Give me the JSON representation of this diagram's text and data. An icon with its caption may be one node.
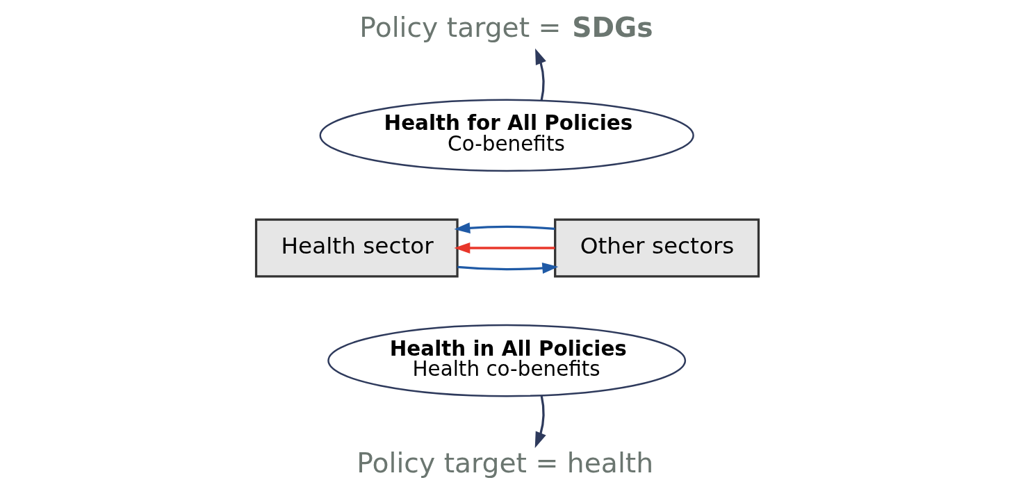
{
  "diagram": {
    "nodes": [
      {
        "text": [
          "Health sector"
        ]
      },
      {
        "text": [
          "Other sectors"
        ]
      },
      {
        "text": [
          "Health for All Policies",
          "Co-benefits"
        ]
      },
      {
        "text": [
          "Health in All Policies",
          "Health co-benefits"
        ]
      },
      {
        "text": [
          "Policy target = **SDGs**"
        ]
      },
      {
        "text": [
          "Policy target = health"
        ]
      }
    ],
    "edges": [
      {
        "from": 0,
        "to": 1,
        "arrow": "to",
        "color": "#1f5aa6"
      },
      {
        "from": 1,
        "to": 0,
        "arrow": "to",
        "color": "#e8362a"
      },
      {
        "from": 1,
        "to": 0,
        "arrow": "to",
        "color": "#1f5aa6"
      },
      {
        "from": 2,
        "to": 4,
        "arrow": "to",
        "color": "#2e3a5c"
      },
      {
        "from": 3,
        "to": 5,
        "arrow": "to",
        "color": "#2e3a5c"
      }
    ]
  }
}
